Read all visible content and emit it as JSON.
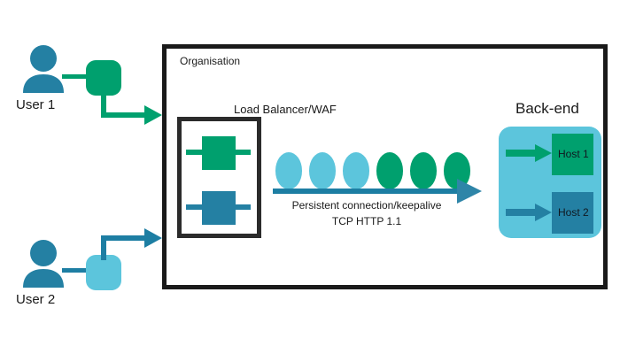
{
  "diagram": {
    "title_visible": false,
    "colors": {
      "green": "#00a06e",
      "light_blue": "#5cc5dc",
      "teal_blue": "#2480a3",
      "dark_border": "#1a1a1a",
      "lb_border": "#2b2b2b",
      "text": "#1a1a1a"
    }
  },
  "users": [
    {
      "id": "user-1",
      "label": "User 1",
      "avatar_icon": "person-icon",
      "node_icon": "rounded-square-node-green",
      "node_color": "#00a06e",
      "arrow_icon": "arrow-right-green"
    },
    {
      "id": "user-2",
      "label": "User 2",
      "avatar_icon": "person-icon",
      "node_icon": "rounded-square-node-blue",
      "node_color": "#5cc5dc",
      "arrow_icon": "arrow-right-blue"
    }
  ],
  "organisation": {
    "label": "Organisation",
    "load_balancer": {
      "label": "Load Balancer/WAF",
      "devices": [
        {
          "id": "lb-device-green",
          "color": "#00a06e",
          "icon": "server-device-icon"
        },
        {
          "id": "lb-device-blue",
          "color": "#2480a3",
          "icon": "server-device-icon"
        }
      ]
    },
    "connection": {
      "line1": "Persistent connection/keepalive",
      "line2": "TCP HTTP 1.1",
      "arrow_icon": "arrow-right-long-blue",
      "arrow_color": "#2480a3",
      "packets": [
        {
          "seq": 1,
          "color": "#5cc5dc",
          "owner": "User 2"
        },
        {
          "seq": 2,
          "color": "#5cc5dc",
          "owner": "User 2"
        },
        {
          "seq": 3,
          "color": "#5cc5dc",
          "owner": "User 2"
        },
        {
          "seq": 4,
          "color": "#00a06e",
          "owner": "User 1"
        },
        {
          "seq": 5,
          "color": "#00a06e",
          "owner": "User 1"
        },
        {
          "seq": 6,
          "color": "#00a06e",
          "owner": "User 1"
        }
      ]
    },
    "backend": {
      "label": "Back-end",
      "panel_color": "#5cc5dc",
      "hosts": [
        {
          "id": "host-1",
          "label": "Host 1",
          "color": "#00a06e",
          "arrow_icon": "arrow-right-green",
          "arrow_color": "#00a06e"
        },
        {
          "id": "host-2",
          "label": "Host 2",
          "color": "#2480a3",
          "arrow_icon": "arrow-right-blue",
          "arrow_color": "#2480a3"
        }
      ]
    }
  }
}
